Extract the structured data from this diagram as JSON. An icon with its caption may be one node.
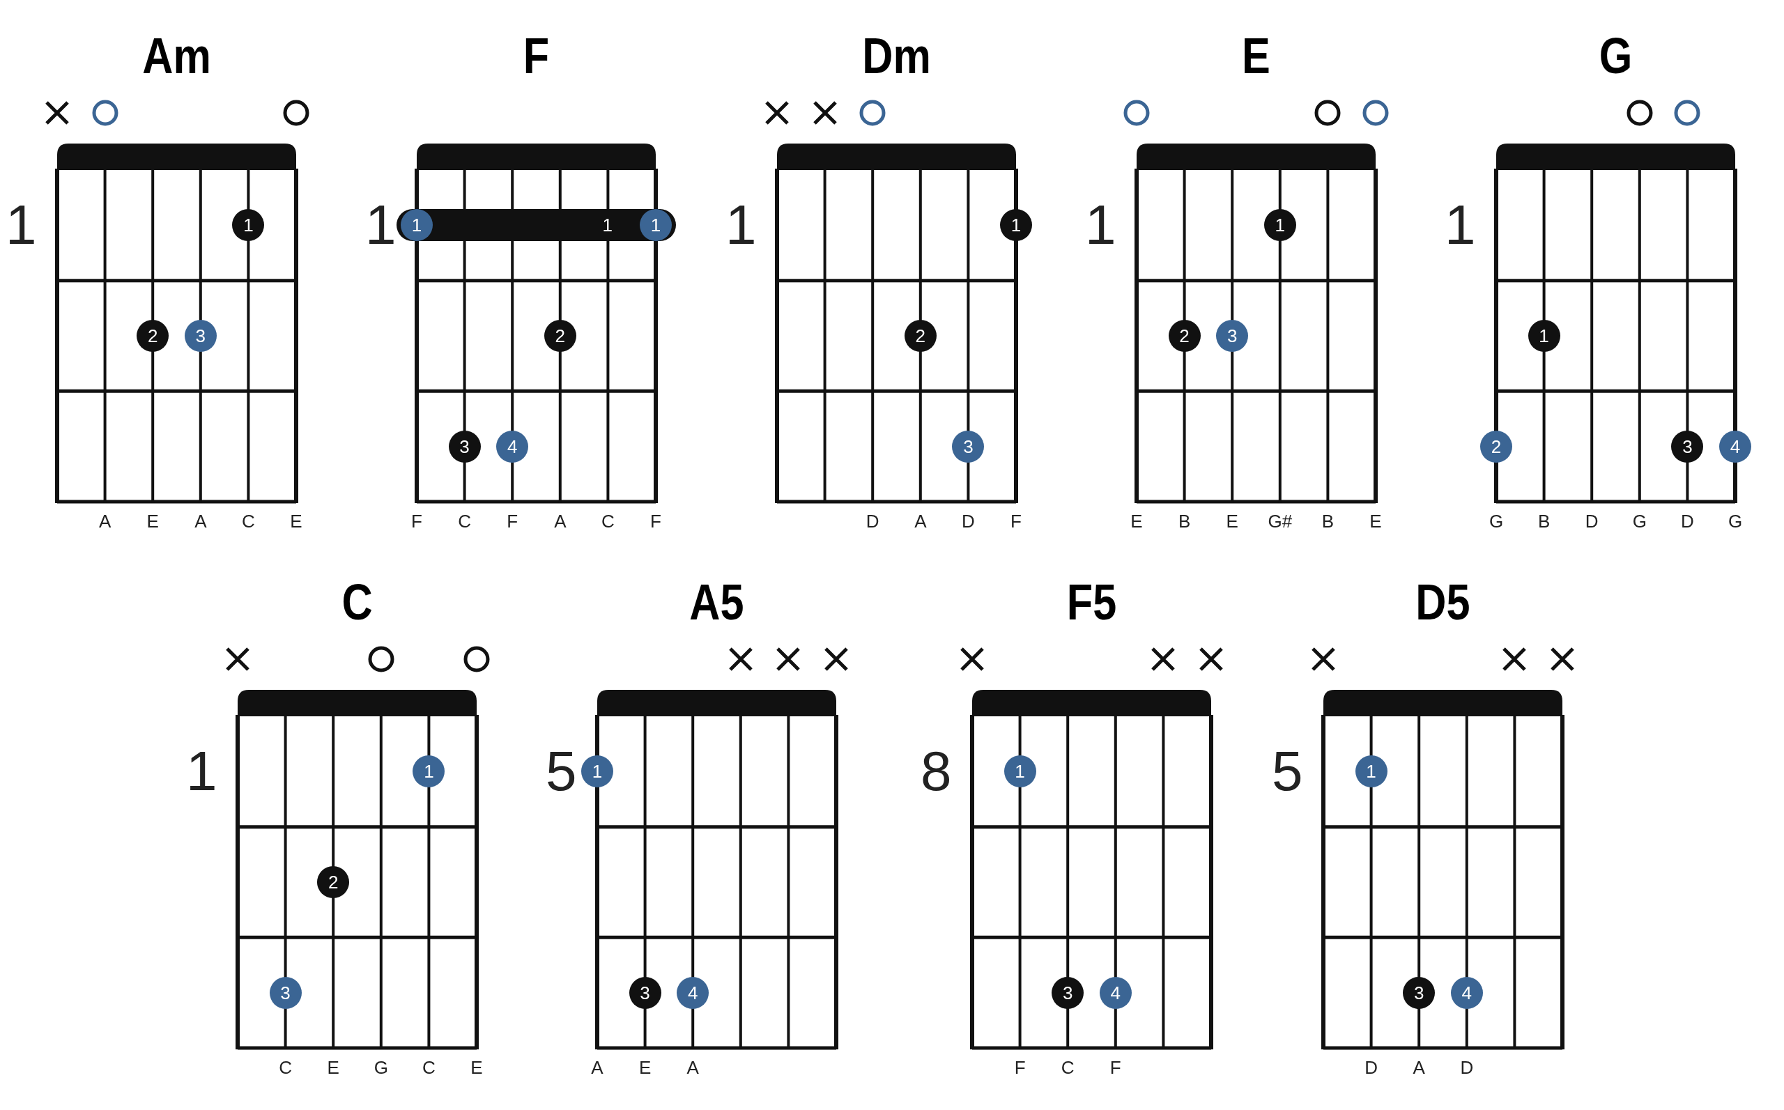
{
  "diagram": {
    "nodes": [
      {
        "text": [
          "Am"
        ],
        "beside": [
          "1"
        ]
      },
      {
        "text": [
          "1"
        ],
        "in": 0
      },
      {
        "text": [
          "2"
        ],
        "in": 0
      },
      {
        "text": [
          "3"
        ],
        "in": 0
      },
      {
        "text": [
          "F"
        ],
        "beside": [
          "1"
        ]
      },
      {
        "text": [
          "1"
        ],
        "in": 4
      },
      {
        "text": [
          "1"
        ],
        "in": 5
      },
      {
        "text": [
          "1"
        ],
        "in": 5
      },
      {
        "text": [
          "2"
        ],
        "in": 4
      },
      {
        "text": [
          "3"
        ],
        "in": 4
      },
      {
        "text": [
          "4"
        ],
        "in": 4
      },
      {
        "text": [
          "Dm"
        ],
        "beside": [
          "1"
        ]
      },
      {
        "text": [
          "1"
        ],
        "in": 11
      },
      {
        "text": [
          "2"
        ],
        "in": 11
      },
      {
        "text": [
          "3"
        ],
        "in": 11
      },
      {
        "text": [
          "E"
        ],
        "beside": [
          "1"
        ]
      },
      {
        "text": [
          "1"
        ],
        "in": 15
      },
      {
        "text": [
          "2"
        ],
        "in": 15
      },
      {
        "text": [
          "3"
        ],
        "in": 15
      },
      {
        "text": [
          "G"
        ],
        "beside": [
          "1"
        ]
      },
      {
        "text": [
          "1"
        ],
        "in": 19
      },
      {
        "text": [
          "2"
        ],
        "in": 19
      },
      {
        "text": [
          "3"
        ],
        "in": 19
      },
      {
        "text": [
          "4"
        ],
        "in": 19
      },
      {
        "text": [
          "C"
        ],
        "beside": [
          "1"
        ]
      },
      {
        "text": [
          "1"
        ],
        "in": 24
      },
      {
        "text": [
          "2"
        ],
        "in": 24
      },
      {
        "text": [
          "3"
        ],
        "in": 24
      },
      {
        "text": [
          "A5"
        ],
        "beside": [
          "5"
        ]
      },
      {
        "text": [
          "1"
        ],
        "in": 28
      },
      {
        "text": [
          "3"
        ],
        "in": 28
      },
      {
        "text": [
          "4"
        ],
        "in": 28
      },
      {
        "text": [
          "F5"
        ],
        "beside": [
          "8"
        ]
      },
      {
        "text": [
          "1"
        ],
        "in": 32
      },
      {
        "text": [
          "3"
        ],
        "in": 32
      },
      {
        "text": [
          "4"
        ],
        "in": 32
      },
      {
        "text": [
          "D5"
        ],
        "beside": [
          "5"
        ]
      },
      {
        "text": [
          "1"
        ],
        "in": 36
      },
      {
        "text": [
          "3"
        ],
        "in": 36
      },
      {
        "text": [
          "4"
        ],
        "in": 36
      }
    ],
    "edges": [],
    "labels": [
      "A",
      "E",
      "A",
      "C",
      "E",
      "F",
      "C",
      "F",
      "A",
      "C",
      "F",
      "D",
      "A",
      "D",
      "F",
      "E",
      "B",
      "E",
      "G#",
      "B",
      "E",
      "G",
      "B",
      "D",
      "G",
      "D",
      "G",
      "C",
      "E",
      "G",
      "C",
      "E",
      "A",
      "E",
      "A",
      "F",
      "C",
      "F",
      "D",
      "A",
      "D"
    ]
  }
}
